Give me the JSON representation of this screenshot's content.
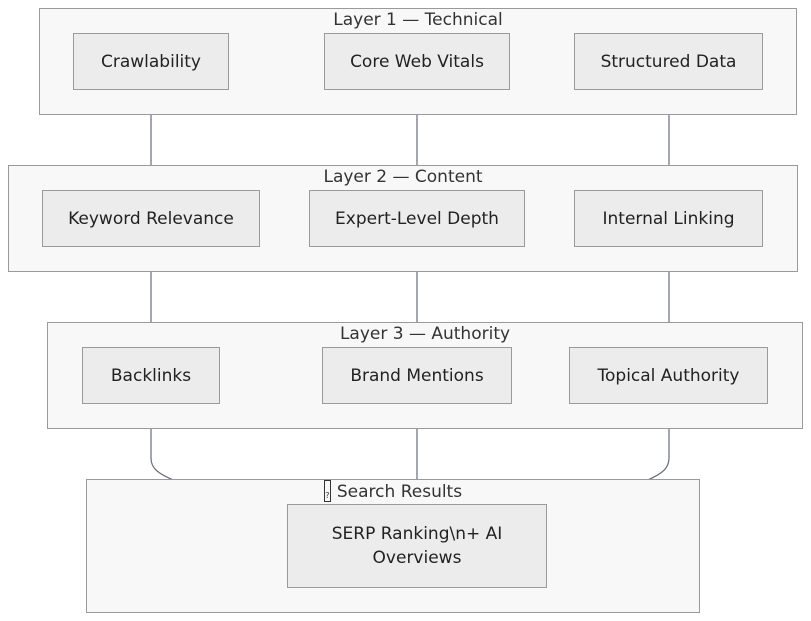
{
  "groups": {
    "technical": {
      "title": "Layer 1 — Technical"
    },
    "content": {
      "title": "Layer 2 — Content"
    },
    "authority": {
      "title": "Layer 3 — Authority"
    },
    "results": {
      "glyph": "?",
      "title": "Search Results"
    }
  },
  "nodes": {
    "crawlability": "Crawlability",
    "core_web_vitals": "Core Web Vitals",
    "structured_data": "Structured Data",
    "keyword_relevance": "Keyword Relevance",
    "expert_level_depth": "Expert-Level Depth",
    "internal_linking": "Internal Linking",
    "backlinks": "Backlinks",
    "brand_mentions": "Brand Mentions",
    "topical_authority": "Topical Authority",
    "serp_ranking_line1": "SERP Ranking\\n+ AI",
    "serp_ranking_line2": "Overviews"
  },
  "colors": {
    "edge": "#666a7a",
    "node_fill": "#ececec",
    "group_fill": "#f8f8f8",
    "border": "#9a9a9a"
  }
}
